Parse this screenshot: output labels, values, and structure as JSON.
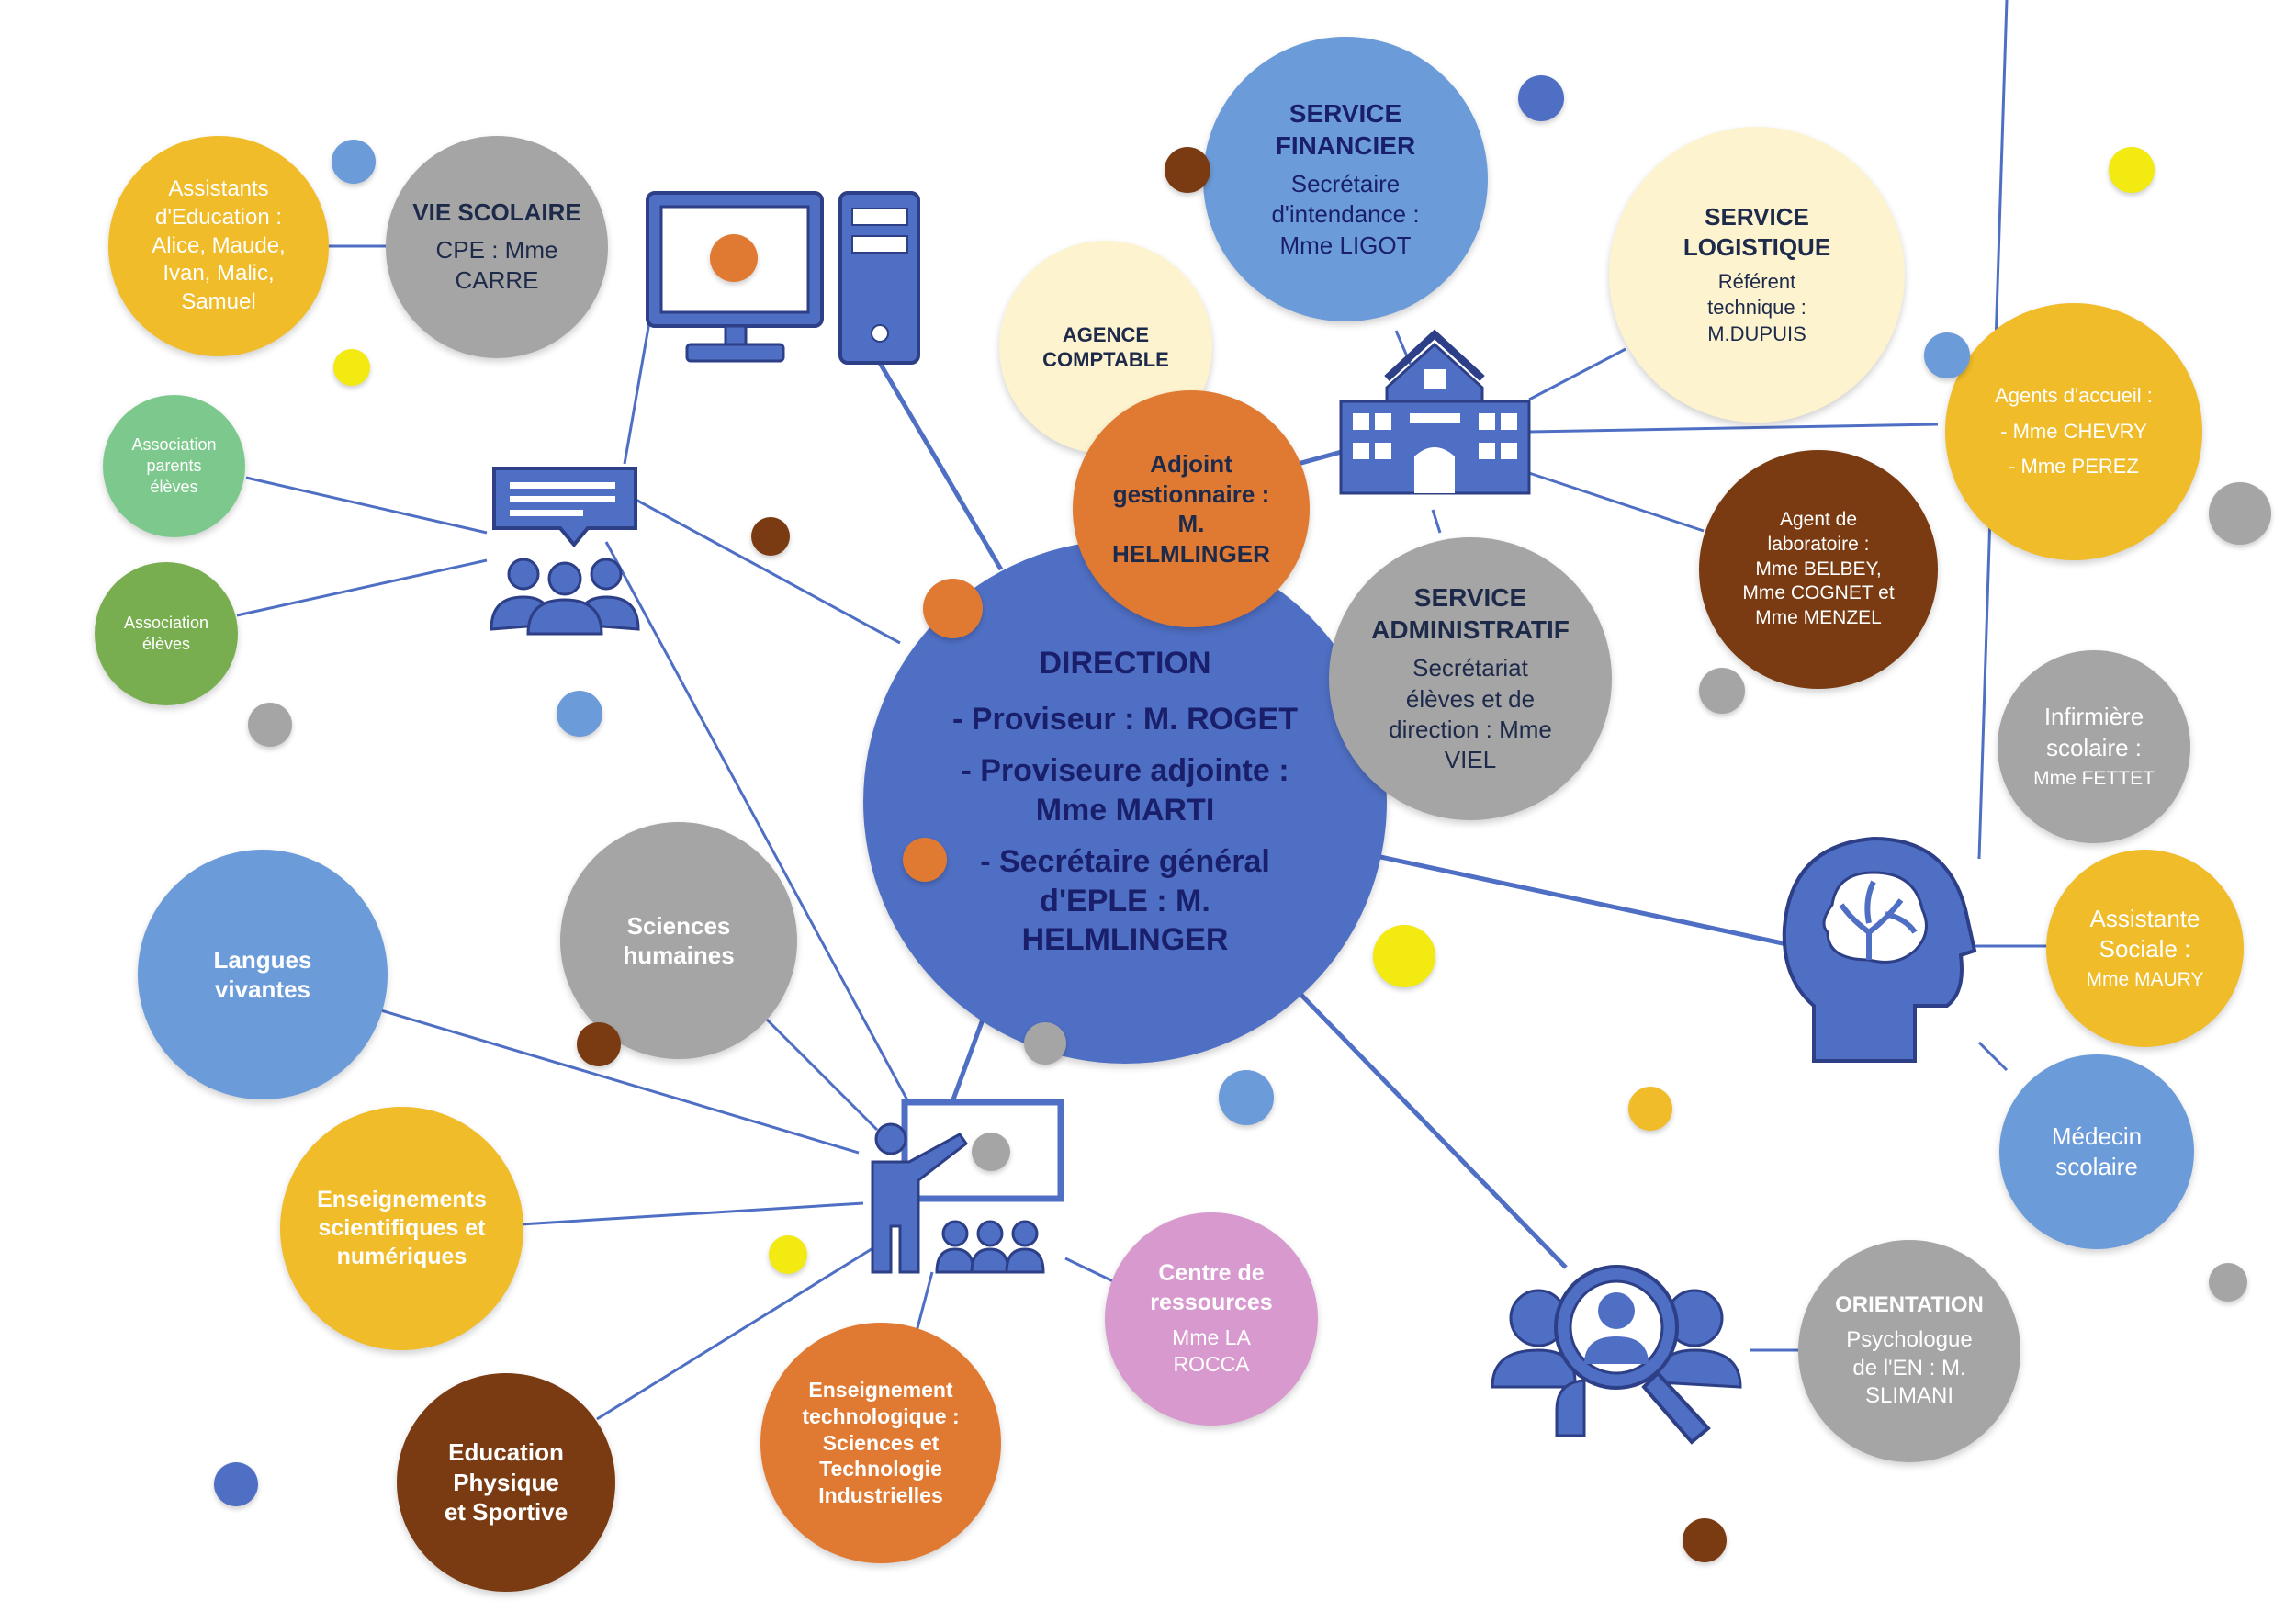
{
  "colors": {
    "blue_dark": "#4f6fc4",
    "blue_mid": "#6b9bd8",
    "grey": "#a5a5a5",
    "yellow": "#f0bc2a",
    "orange": "#e07a33",
    "brown": "#7a3b12",
    "cream": "#fdf3cf",
    "green_light": "#7dc98d",
    "green": "#78ae4f",
    "pink": "#d89ace",
    "line": "#4f6fc4"
  },
  "nodes": {
    "direction": {
      "title": "DIRECTION",
      "lines": [
        "- Proviseur : M. ROGET",
        "- Proviseure adjointe :\nMme MARTI",
        "- Secrétaire général\nd'EPLE : M.\nHELMLINGER"
      ]
    },
    "vie_scolaire": {
      "title": "VIE SCOLAIRE",
      "body": "CPE : Mme\nCARRE"
    },
    "assistants_education": {
      "body": "Assistants\nd'Education :\nAlice, Maude,\nIvan, Malic,\nSamuel"
    },
    "association_parents": {
      "body": "Association\nparents\nélèves"
    },
    "association_eleves": {
      "body": "Association\nélèves"
    },
    "service_financier": {
      "title": "SERVICE\nFINANCIER",
      "body": "Secrétaire\nd'intendance :\nMme LIGOT"
    },
    "agence_comptable": {
      "title": "AGENCE\nCOMPTABLE"
    },
    "adjoint_gestionnaire": {
      "title": "Adjoint\ngestionnaire :\nM.\nHELMLINGER"
    },
    "service_logistique": {
      "title": "SERVICE\nLOGISTIQUE",
      "body": "Référent\ntechnique :\nM.DUPUIS"
    },
    "agents_accueil": {
      "body": "Agents d'accueil :\n- Mme CHEVRY\n- Mme PEREZ"
    },
    "agent_laboratoire": {
      "body": "Agent de\nlaboratoire :\nMme BELBEY,\nMme COGNET et\nMme MENZEL"
    },
    "service_administratif": {
      "title": "SERVICE\nADMINISTRATIF",
      "body": "Secrétariat\nélèves et de\ndirection : Mme\nVIEL"
    },
    "infirmiere": {
      "body": "Infirmière\nscolaire :",
      "sub": "Mme FETTET"
    },
    "assistante_sociale": {
      "body": "Assistante\nSociale :",
      "sub": "Mme MAURY"
    },
    "medecin": {
      "body": "Médecin\nscolaire"
    },
    "orientation": {
      "title": "ORIENTATION",
      "body": "Psychologue\nde l'EN : M.\nSLIMANI"
    },
    "langues_vivantes": {
      "title": "Langues\nvivantes"
    },
    "sciences_humaines": {
      "title": "Sciences\nhumaines"
    },
    "enseignements_scientifiques": {
      "title": "Enseignements\nscientifiques et\nnumériques"
    },
    "eps": {
      "title": "Education\nPhysique\net Sportive"
    },
    "enseignement_technologique": {
      "title": "Enseignement\ntechnologique :\nSciences et\nTechnologie\nIndustrielles"
    },
    "centre_ressources": {
      "title": "Centre de\nressources",
      "body": "Mme LA\nROCCA"
    }
  },
  "icons": [
    "computer-icon",
    "discussion-group-icon",
    "school-building-icon",
    "brain-head-icon",
    "people-search-icon",
    "teacher-classroom-icon"
  ]
}
